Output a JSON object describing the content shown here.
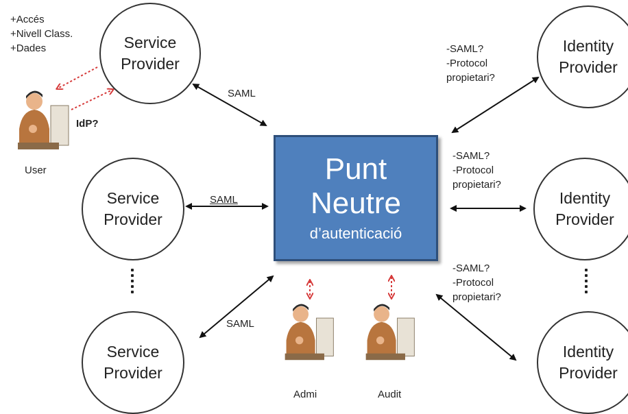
{
  "user_notes": [
    "+Accés",
    "+Nivell Class.",
    "+Dades"
  ],
  "idp_question": "IdP?",
  "user_label": "User",
  "service_provider": [
    "Service",
    "Provider"
  ],
  "identity_provider": [
    "Identity",
    "Provider"
  ],
  "saml": "SAML",
  "center": {
    "line1": "Punt",
    "line2": "Neutre",
    "line3": "d’autenticació"
  },
  "protocol_note": [
    "-SAML?",
    "-Protocol",
    "propietari?"
  ],
  "admin_label": "Admi",
  "audit_label": "Audit",
  "colors": {
    "box_fill": "#4f80bd",
    "box_border": "#2e4f7a",
    "red_arrow": "#d63a3a",
    "stroke": "#222222"
  }
}
